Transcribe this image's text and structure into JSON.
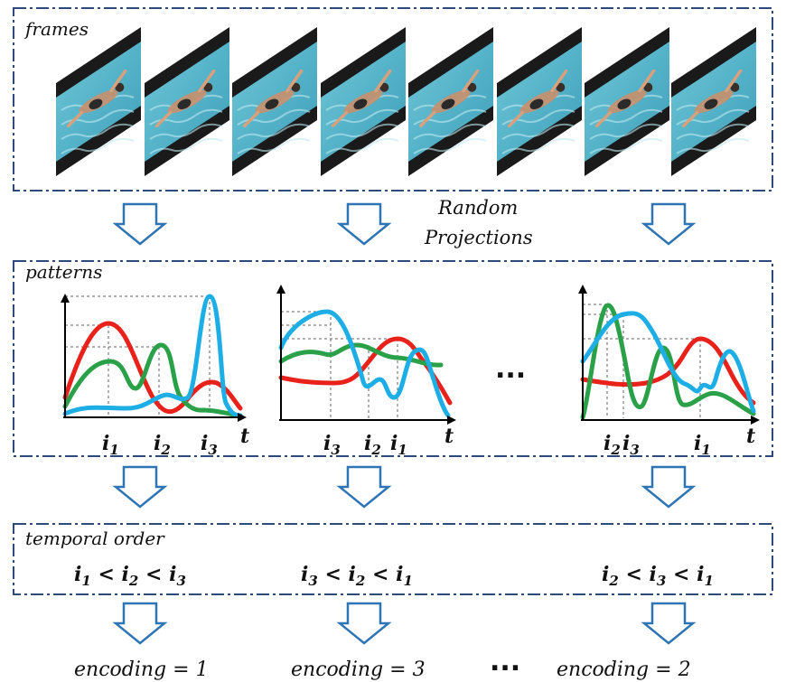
{
  "sections": {
    "frames": "frames",
    "patterns": "patterns",
    "temporal_order": "temporal order"
  },
  "random_projections": [
    "Random",
    "Projections"
  ],
  "ellipsis": "...",
  "charts": [
    {
      "ticks": [
        {
          "base": "i",
          "sub": "1"
        },
        {
          "base": "i",
          "sub": "2"
        },
        {
          "base": "i",
          "sub": "3"
        }
      ],
      "axis_label": "t",
      "order": {
        "a": "1",
        "b": "2",
        "c": "3"
      },
      "encoding": {
        "label": "encoding",
        "value": "1"
      }
    },
    {
      "ticks": [
        {
          "base": "i",
          "sub": "3"
        },
        {
          "base": "i",
          "sub": "2"
        },
        {
          "base": "i",
          "sub": "1"
        }
      ],
      "axis_label": "t",
      "order": {
        "a": "3",
        "b": "2",
        "c": "1"
      },
      "encoding": {
        "label": "encoding",
        "value": "3"
      }
    },
    {
      "ticks": [
        {
          "base": "i",
          "sub": "2"
        },
        {
          "base": "i",
          "sub": "3"
        },
        {
          "base": "i",
          "sub": "1"
        }
      ],
      "axis_label": "t",
      "order": {
        "a": "2",
        "b": "3",
        "c": "1"
      },
      "encoding": {
        "label": "encoding",
        "value": "2"
      }
    }
  ],
  "colors": {
    "border": "#2e4a7a",
    "arrow": "#2e75b6",
    "red": "#e8221b",
    "green": "#2aa148",
    "blue": "#1eaee6",
    "water": "#5ab8cc",
    "frame_band": "#1a1a1a"
  }
}
